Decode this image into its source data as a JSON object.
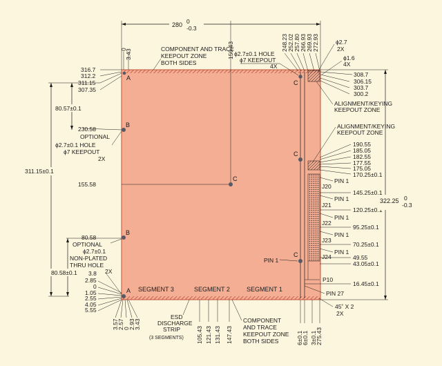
{
  "colors": {
    "background": "#fdf6de",
    "board_fill": "#f4ae94",
    "board_edge": "#c0513a",
    "keepout_hatch": "#c0513a",
    "connector_hatch": "#3a2a22",
    "hole": "#555a66",
    "line": "#1a1a1a"
  },
  "top": {
    "width_dim": "280",
    "width_tol_plus": "0",
    "width_tol_minus": "-0.3",
    "left_ticks": [
      "0",
      "3.43"
    ],
    "c_hole_x": "150.43",
    "right_ticks": [
      "248.23",
      "252.02",
      "257.80",
      "266.93",
      "269.93",
      "272.93"
    ]
  },
  "labels": {
    "component_keepout_top": [
      "COMPONENT AND TRACE",
      "KEEPOUT ZONE",
      "BOTH SIDES"
    ],
    "c_hole_top": [
      "ϕ2.7±0.1 HOLE",
      "ϕ7 KEEPOUT",
      "4X"
    ],
    "phi27": [
      "ϕ2.7",
      "2X"
    ],
    "phi16": [
      "ϕ1.6",
      "4X"
    ],
    "alignment_top": [
      "ALIGNMENT/KEYING",
      "KEEPOUT ZONE"
    ],
    "alignment_mid": [
      "ALIGNMENT/KEYING",
      "KEEPOUT ZONE"
    ],
    "optional_b": [
      "OPTIONAL",
      "ϕ2.7±0.1 HOLE",
      "ϕ7 KEEPOUT",
      "2X"
    ],
    "optional_b_bottom": [
      "OPTIONAL",
      "ϕ2.7±0.1",
      "NON-PLATED",
      "THRU HOLE",
      "2X"
    ],
    "segments": [
      "SEGMENT 3",
      "SEGMENT 2",
      "SEGMENT 1"
    ],
    "esd": [
      "ESD",
      "DISCHARGE",
      "STRIP"
    ],
    "esd_sub": "(3 SEGMENTS)",
    "component_keepout_bottom": [
      "COMPONENT",
      "AND TRACE",
      "KEEPOUT ZONE",
      "BOTH SIDES"
    ],
    "chamfer": [
      "45˚ X 2",
      "2X"
    ],
    "pin1_left": "PIN 1",
    "p10": "P10",
    "pin27": "PIN 27",
    "datum_a": "A",
    "datum_b": "B",
    "datum_c": "C"
  },
  "left": {
    "top_stack": [
      "316.7",
      "312.2",
      "311.15",
      "307.35"
    ],
    "dim_80_57": "80.57±0.1",
    "y_230_58": "230.58",
    "height_dim": "311.15±0.1",
    "y_155_58": "155.58",
    "y_80_58": "80.58",
    "dim_80_58": "80.58±0.1",
    "bottom_stack": [
      "3.8",
      "2.85",
      "0",
      "1.05",
      "2.55",
      "4.05",
      "5.55"
    ]
  },
  "bottom": {
    "left_ticks": [
      "3.57",
      "2.57",
      "0",
      "2.93",
      "3.43"
    ],
    "mid_ticks": [
      "105.43",
      "121.43",
      "131.43",
      "147.43"
    ],
    "right_ticks": [
      "6±0.1",
      "6±0.1",
      "3±0.1",
      "275.43"
    ]
  },
  "right": {
    "top_stack": [
      "308.7",
      "306.15",
      "303.7",
      "300.2"
    ],
    "mid_stack": [
      "190.55",
      "185.05",
      "182.55",
      "177.55",
      "175.05",
      "170.25±0.1"
    ],
    "connectors": [
      {
        "name": "J20",
        "pin": "PIN 1",
        "dim": "145.25±0.1"
      },
      {
        "name": "J21",
        "pin": "PIN 1",
        "dim": "120.25±0.1"
      },
      {
        "name": "J22",
        "pin": "PIN 1",
        "dim": "95.25±0.1"
      },
      {
        "name": "J23",
        "pin": "PIN 1",
        "dim": "70.25±0.1"
      },
      {
        "name": "J24",
        "pin": "PIN 1",
        "dim": "49.55"
      }
    ],
    "dim_43_05": "43.05±0.1",
    "dim_16_45": "16.45±0.1",
    "height_dim": "322.25",
    "height_tol_plus": "0",
    "height_tol_minus": "-0.3"
  }
}
